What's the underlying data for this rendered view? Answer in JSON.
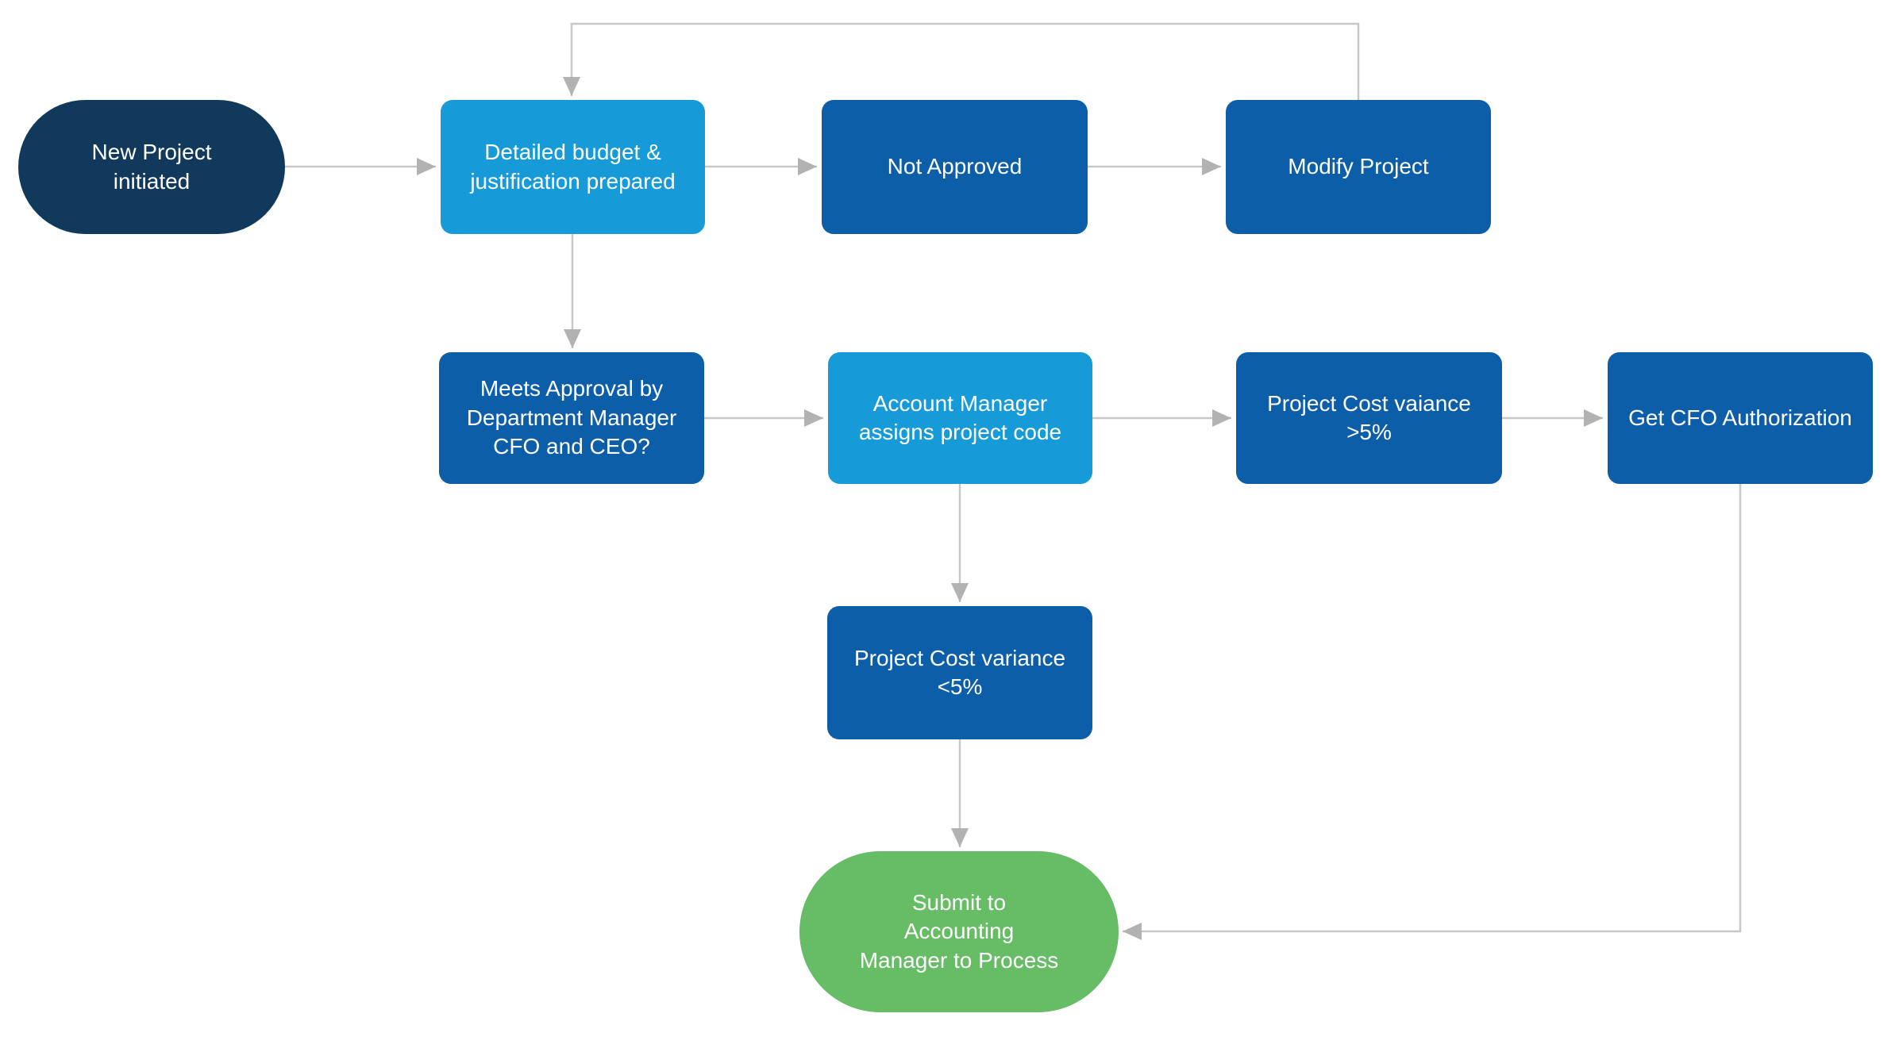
{
  "colors": {
    "navy": "#10395C",
    "cyan": "#169BD8",
    "blue": "#0C5EA8",
    "green": "#67BC66",
    "arrow_line": "#C7C7C7",
    "arrow_head": "#B2B2B2",
    "text": "#FFFFFF",
    "background": "#FFFFFF"
  },
  "diagram": {
    "type": "flowchart",
    "nodes": [
      {
        "id": "new-project",
        "shape": "terminator",
        "color": "navy",
        "label": "New Project\ninitiated"
      },
      {
        "id": "detailed-budget",
        "shape": "process",
        "color": "cyan",
        "label": "Detailed budget &\njustification prepared"
      },
      {
        "id": "not-approved",
        "shape": "process",
        "color": "blue",
        "label": "Not Approved"
      },
      {
        "id": "modify-project",
        "shape": "process",
        "color": "blue",
        "label": "Modify Project"
      },
      {
        "id": "meets-approval",
        "shape": "process",
        "color": "blue",
        "label": "Meets Approval by\nDepartment Manager\nCFO and CEO?"
      },
      {
        "id": "account-manager",
        "shape": "process",
        "color": "cyan",
        "label": "Account Manager\nassigns project code"
      },
      {
        "id": "cost-variance-gt5",
        "shape": "process",
        "color": "blue",
        "label": "Project Cost vaiance\n>5%"
      },
      {
        "id": "get-cfo-authorization",
        "shape": "process",
        "color": "blue",
        "label": "Get CFO Authorization"
      },
      {
        "id": "cost-variance-lt5",
        "shape": "process",
        "color": "blue",
        "label": "Project Cost variance\n<5%"
      },
      {
        "id": "submit-accounting",
        "shape": "terminator",
        "color": "green",
        "label": "Submit to\nAccounting\nManager to Process"
      }
    ],
    "edges": [
      {
        "from": "new-project",
        "to": "detailed-budget"
      },
      {
        "from": "detailed-budget",
        "to": "not-approved"
      },
      {
        "from": "not-approved",
        "to": "modify-project"
      },
      {
        "from": "modify-project",
        "to": "detailed-budget"
      },
      {
        "from": "detailed-budget",
        "to": "meets-approval"
      },
      {
        "from": "meets-approval",
        "to": "account-manager"
      },
      {
        "from": "account-manager",
        "to": "cost-variance-gt5"
      },
      {
        "from": "cost-variance-gt5",
        "to": "get-cfo-authorization"
      },
      {
        "from": "account-manager",
        "to": "cost-variance-lt5"
      },
      {
        "from": "cost-variance-lt5",
        "to": "submit-accounting"
      },
      {
        "from": "get-cfo-authorization",
        "to": "submit-accounting"
      }
    ]
  }
}
